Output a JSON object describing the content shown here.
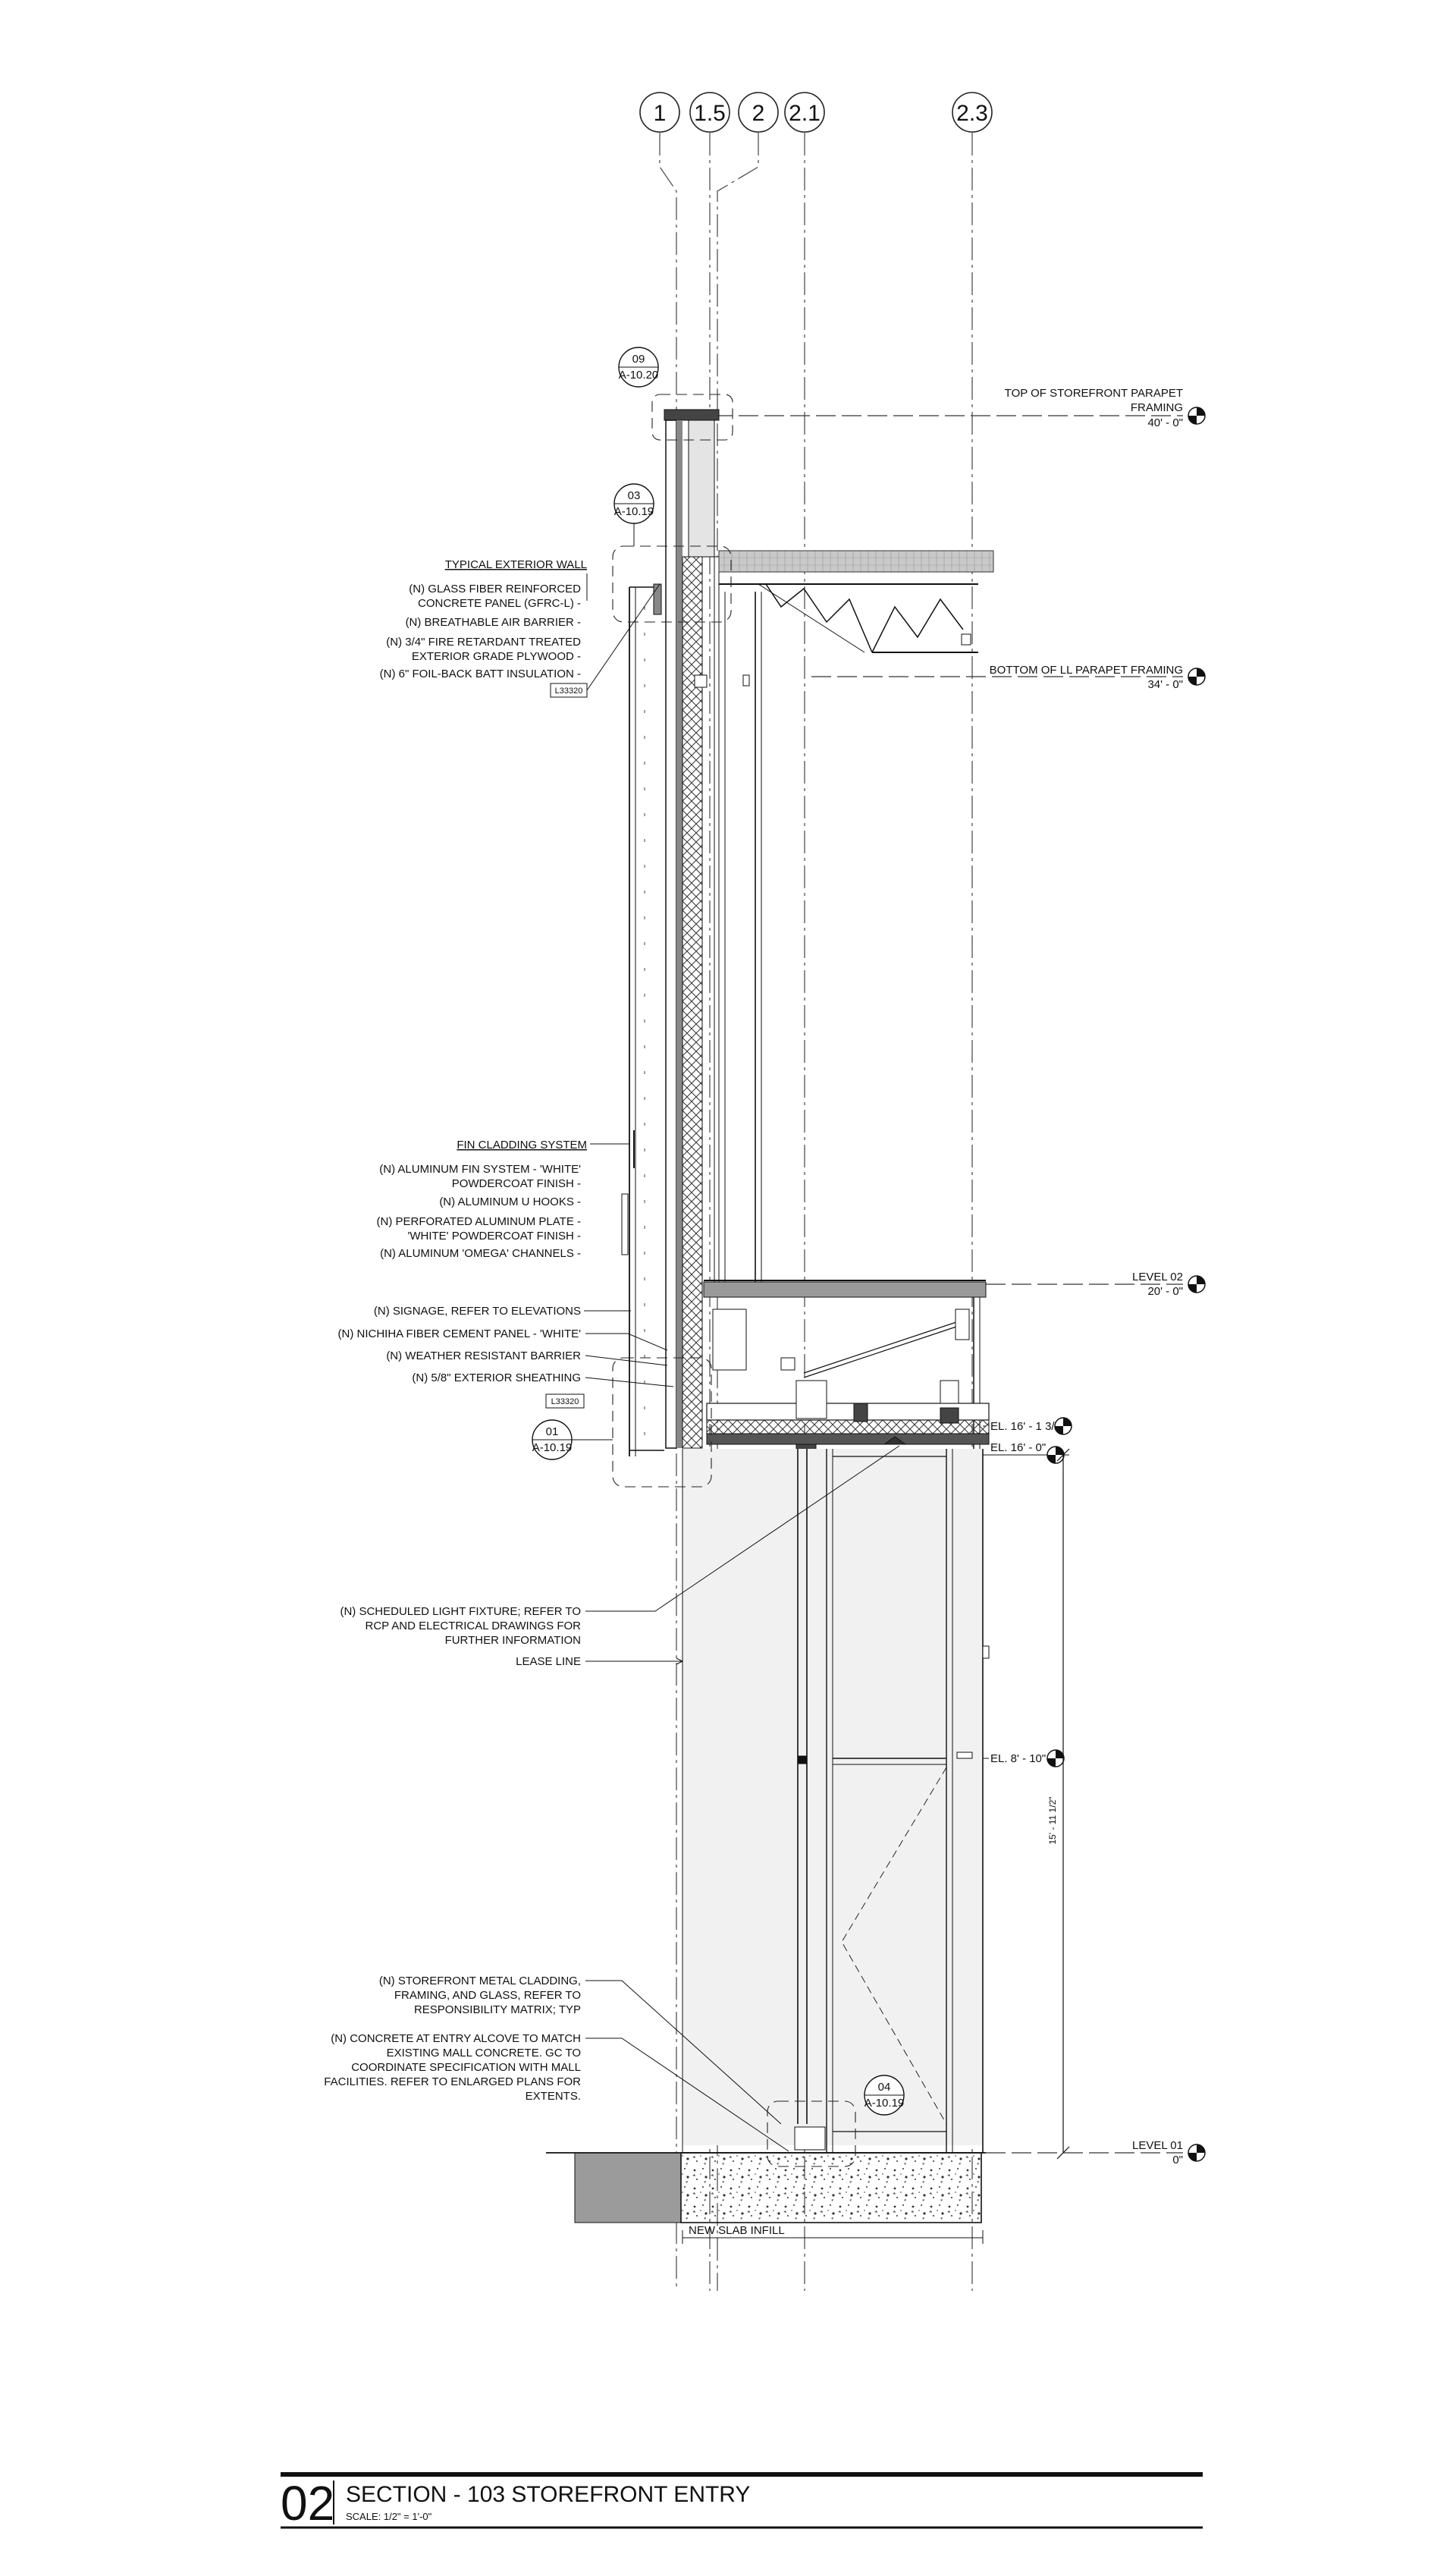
{
  "grid_lines": [
    "1",
    "1.5",
    "2",
    "2.1",
    "2.3"
  ],
  "callouts": {
    "c09": {
      "num": "09",
      "sheet": "A-10.20"
    },
    "c03": {
      "num": "03",
      "sheet": "A-10.19"
    },
    "c01": {
      "num": "01",
      "sheet": "A-10.19"
    },
    "c04": {
      "num": "04",
      "sheet": "A-10.19"
    }
  },
  "levels": {
    "top_parapet": {
      "name_1": "TOP OF STOREFRONT PARAPET",
      "name_2": "FRAMING",
      "elev": "40' - 0\""
    },
    "bottom_parapet": {
      "name": "BOTTOM OF LL PARAPET FRAMING",
      "elev": "34' - 0\""
    },
    "level02": {
      "name": "LEVEL 02",
      "elev": "20' - 0\""
    },
    "el_16_134": "EL. 16' - 1 3/4\"",
    "el_16_0": "EL. 16' - 0\"",
    "el_8_10": "EL. 8' - 10\"",
    "level01": {
      "name": "LEVEL 01",
      "elev": "0\""
    }
  },
  "dimension": "15' - 11 1/2\"",
  "keynote_tags": {
    "t1": "L33320",
    "t2": "L33320"
  },
  "wall_notes": {
    "heading": "TYPICAL EXTERIOR WALL",
    "lines": [
      "(N) GLASS FIBER REINFORCED",
      "CONCRETE PANEL (GFRC-L) -",
      "(N) BREATHABLE AIR BARRIER -",
      "(N) 3/4\" FIRE RETARDANT TREATED",
      "EXTERIOR GRADE PLYWOOD -",
      "(N) 6\" FOIL-BACK BATT INSULATION -"
    ]
  },
  "fin_notes": {
    "heading": "FIN CLADDING SYSTEM",
    "lines": [
      "(N) ALUMINUM FIN SYSTEM - 'WHITE'",
      "POWDERCOAT FINISH -",
      "(N) ALUMINUM U HOOKS -",
      "(N) PERFORATED ALUMINUM PLATE -",
      "'WHITE' POWDERCOAT FINISH -",
      "(N) ALUMINUM 'OMEGA' CHANNELS -"
    ]
  },
  "mid_notes": [
    "(N) SIGNAGE, REFER TO ELEVATIONS",
    "(N) NICHIHA FIBER CEMENT PANEL - 'WHITE'",
    "(N) WEATHER RESISTANT BARRIER",
    "(N) 5/8\" EXTERIOR SHEATHING"
  ],
  "light_note": [
    "(N) SCHEDULED LIGHT FIXTURE; REFER TO",
    "RCP AND ELECTRICAL DRAWINGS FOR",
    "FURTHER INFORMATION"
  ],
  "lease_line": "LEASE LINE",
  "storefront_note": [
    "(N) STOREFRONT METAL CLADDING,",
    "FRAMING, AND GLASS, REFER  TO",
    "RESPONSIBILITY MATRIX; TYP"
  ],
  "concrete_note": [
    "(N) CONCRETE AT ENTRY ALCOVE TO MATCH",
    "EXISTING MALL CONCRETE. GC TO",
    "COORDINATE SPECIFICATION WITH MALL",
    "FACILITIES. REFER TO ENLARGED PLANS FOR",
    "EXTENTS."
  ],
  "slab_label": "NEW SLAB INFILL",
  "title_block": {
    "number": "02",
    "title": "SECTION - 103 STOREFRONT ENTRY",
    "scale": "SCALE:   1/2\" = 1'-0\""
  }
}
